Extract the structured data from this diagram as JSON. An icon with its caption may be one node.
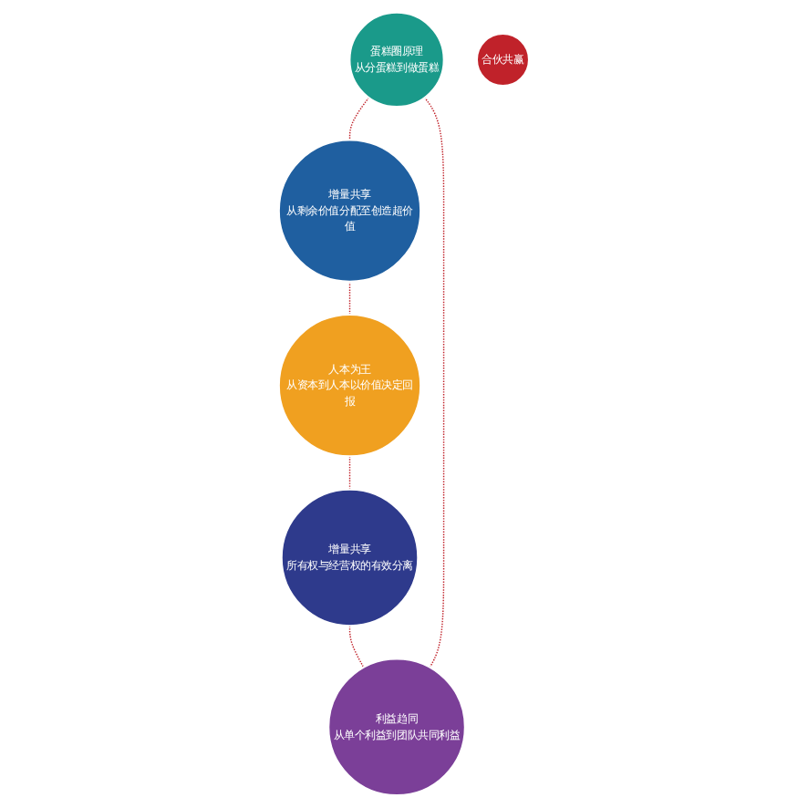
{
  "diagram": {
    "nodes": [
      {
        "text": [
          "蛋糕圈原理",
          "从分蛋糕到做蛋糕"
        ]
      },
      {
        "text": [
          "利益趋同",
          "从单个利益到团队共同利益"
        ]
      },
      {
        "text": [
          "增量共享",
          "从剩余价值分配至创造超价值"
        ]
      },
      {
        "text": [
          "合伙共赢"
        ]
      },
      {
        "text": [
          "人本为王",
          "从资本到人本以价值决定回报"
        ]
      },
      {
        "text": [
          "增量共享",
          "所有权与经营权的有效分离"
        ]
      }
    ],
    "edges": [
      {
        "from": 0,
        "to": 2,
        "arrow": "none",
        "style": "dashed"
      },
      {
        "from": 2,
        "to": 4,
        "arrow": "none",
        "style": "dashed"
      },
      {
        "from": 4,
        "to": 5,
        "arrow": "none",
        "style": "dashed"
      },
      {
        "from": 5,
        "to": 1,
        "arrow": "none",
        "style": "dashed"
      },
      {
        "from": 1,
        "to": 0,
        "arrow": "none",
        "style": "dashed"
      }
    ]
  }
}
